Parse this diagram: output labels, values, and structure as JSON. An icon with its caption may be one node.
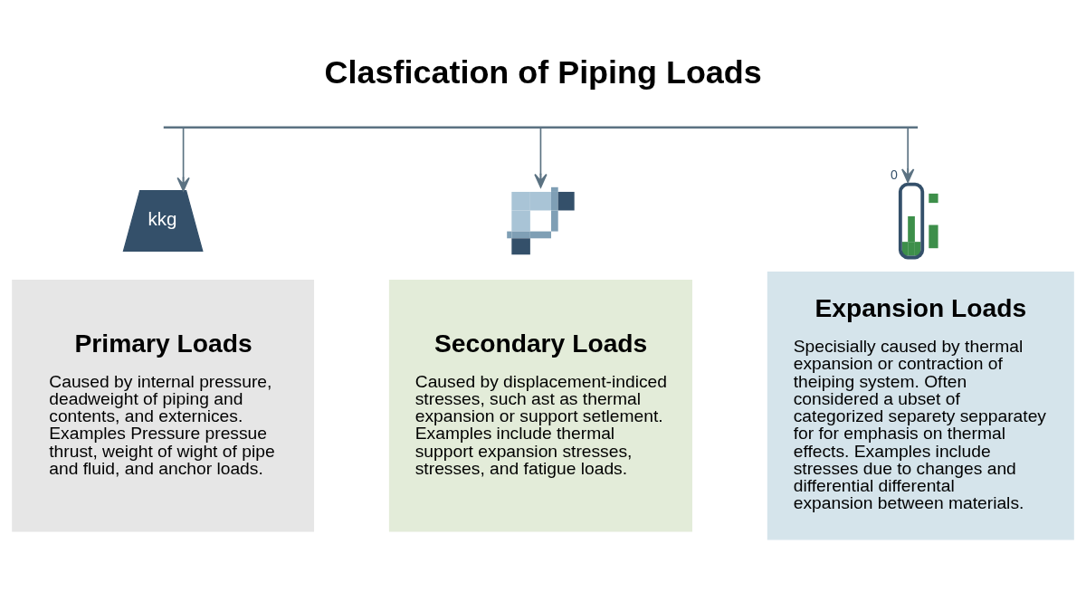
{
  "diagram": {
    "title": "Clasfication of Piping Loads",
    "nodes": [
      {
        "text": [],
        "shape": "bar"
      },
      {
        "text": [
          "kkg"
        ]
      },
      {
        "text": [],
        "shape": "picture"
      },
      {
        "text": [],
        "shape": "picture",
        "beside": [
          "0"
        ]
      },
      {
        "text": [
          "Primary Loads",
          "Caused by internal pressure, deadweight of piping and contents, and externices. Examples Pressure pressue thrust, weight of wight of pipe and fluid, and anchor loads."
        ]
      },
      {
        "text": [
          "Secondary Loads",
          "Caused by displacement-indiced stresses, such ast as thermal expansion or support setlement. Examples include thermal support expansion stresses, stresses, and fatigue loads."
        ]
      },
      {
        "text": [
          "Expansion Loads",
          "Specisially caused by thermal expansion or contraction of theiping system. Often considered a ubset of categorized separety sepparatey for for emphasis on thermal effects. Examples include stresses due to changes and differential differental expansion between materials."
        ]
      }
    ],
    "edges": [
      {
        "from": 0,
        "to": 1,
        "arrow": "to"
      },
      {
        "from": 0,
        "to": 2,
        "arrow": "to"
      },
      {
        "from": 0,
        "to": 3,
        "arrow": "to"
      }
    ]
  }
}
